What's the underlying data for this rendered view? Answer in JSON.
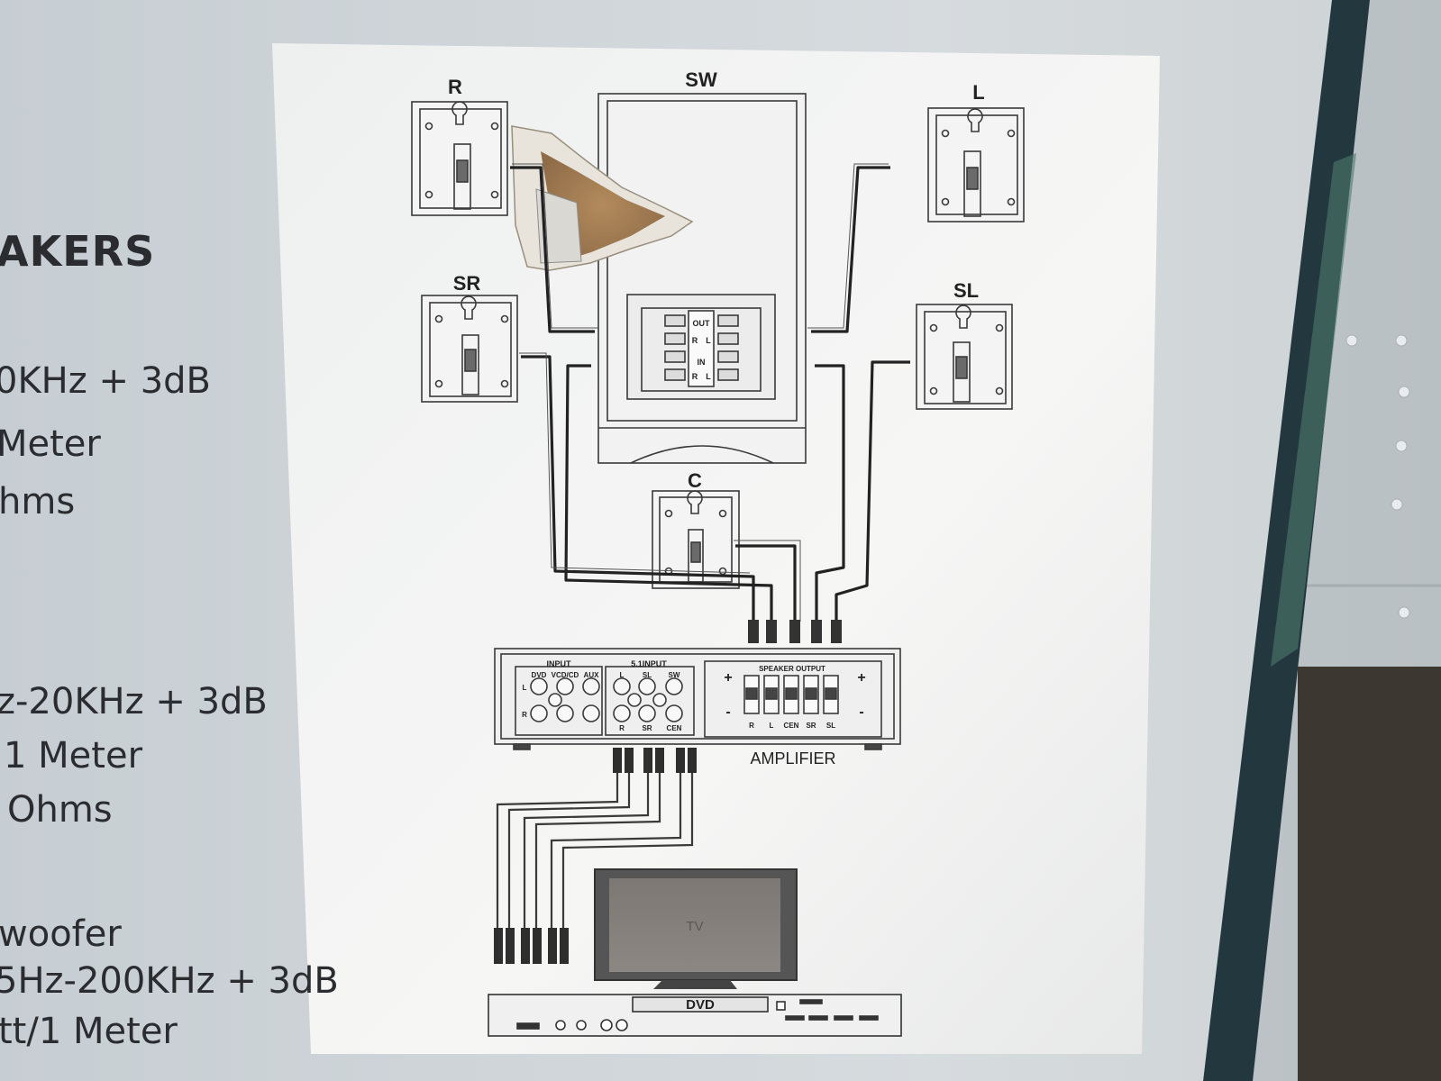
{
  "box_panel": {
    "heading_fragment": "AKERS",
    "specs_front": [
      "0KHz + 3dB",
      "Meter",
      "hms"
    ],
    "specs_satellite": [
      "z-20KHz + 3dB",
      "1 Meter",
      "Ohms"
    ],
    "specs_sub": [
      "woofer",
      "5Hz-200KHz + 3dB",
      "tt/1 Meter"
    ]
  },
  "diagram": {
    "speakers": {
      "right": "R",
      "left": "L",
      "surround_right": "SR",
      "surround_left": "SL",
      "center": "C",
      "subwoofer": "SW"
    },
    "sub_panel": {
      "out": "OUT",
      "in": "IN",
      "r": "R",
      "l": "L"
    },
    "amplifier": {
      "label": "AMPLIFIER",
      "input_group": "INPUT",
      "input_cols": [
        "DVD",
        "VCD/CD",
        "AUX"
      ],
      "input_rows": [
        "L",
        "R"
      ],
      "surround_group": "5.1INPUT",
      "surround_top": [
        "L",
        "SL",
        "SW"
      ],
      "surround_bottom": [
        "R",
        "SR",
        "CEN"
      ],
      "output_group": "SPEAKER OUTPUT",
      "output_terminals": [
        "R",
        "L",
        "CEN",
        "SR",
        "SL"
      ],
      "plus": "+",
      "minus": "-"
    },
    "tv": {
      "label": "TV"
    },
    "dvd": {
      "label": "DVD"
    }
  }
}
